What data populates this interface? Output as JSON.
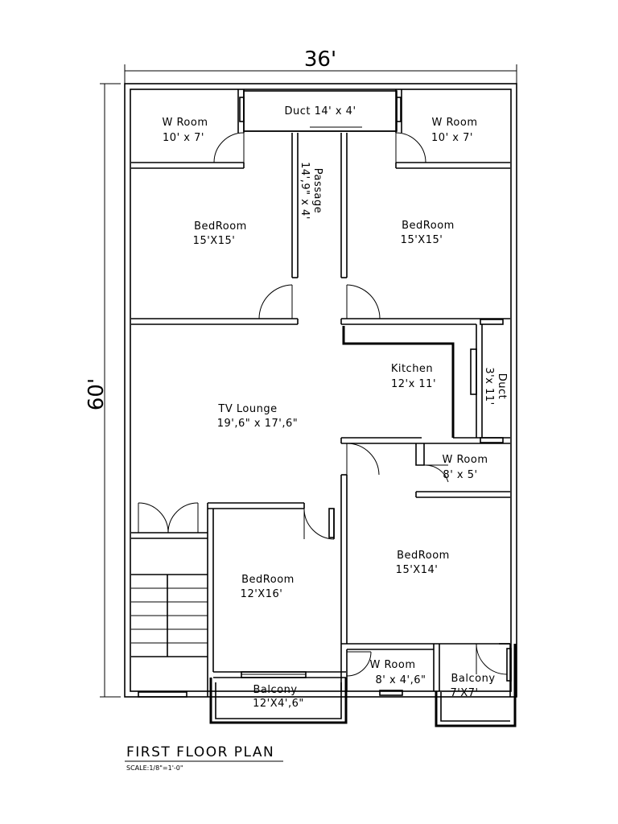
{
  "dimensions": {
    "width": "36'",
    "height": "60'"
  },
  "rooms": {
    "w_room_top_left": {
      "name": "W Room",
      "size": "10' x 7'"
    },
    "duct_top": {
      "name": "Duct 14' x 4'"
    },
    "w_room_top_right": {
      "name": "W Room",
      "size": "10' x 7'"
    },
    "passage": {
      "name": "Passage",
      "size": "14',9\" x 4'"
    },
    "bedroom_top_left": {
      "name": "BedRoom",
      "size": "15'X15'"
    },
    "bedroom_top_right": {
      "name": "BedRoom",
      "size": "15'X15'"
    },
    "kitchen": {
      "name": "Kitchen",
      "size": "12'x 11'"
    },
    "duct_right": {
      "name": "Duct",
      "size": "3'x 11'"
    },
    "tv_lounge": {
      "name": "TV Lounge",
      "size": "19',6\" x 17',6\""
    },
    "w_room_mid_right": {
      "name": "W Room",
      "size": "8' x 5'"
    },
    "bedroom_bottom_right": {
      "name": "BedRoom",
      "size": "15'X14'"
    },
    "bedroom_bottom_left": {
      "name": "BedRoom",
      "size": "12'X16'"
    },
    "w_room_bottom": {
      "name": "W Room",
      "size": "8' x 4',6\""
    },
    "balcony_bottom_right": {
      "name": "Balcony",
      "size": "7'X7'"
    },
    "balcony_bottom": {
      "name": "Balcony",
      "size": "12'X4',6\""
    }
  },
  "plan_title": "FIRST FLOOR PLAN",
  "plan_scale": "SCALE:1/8\"=1'-0\""
}
